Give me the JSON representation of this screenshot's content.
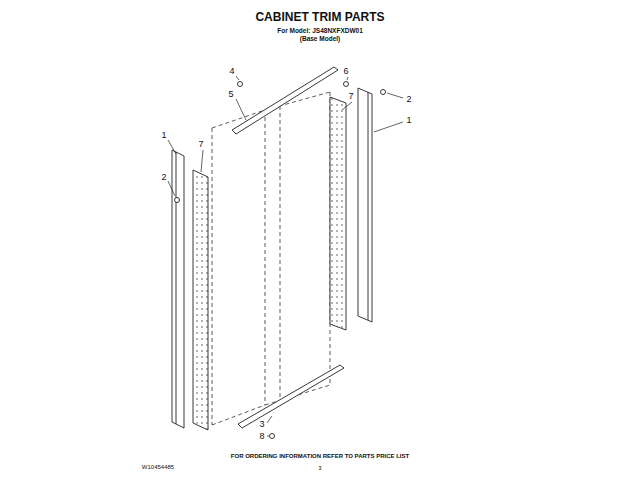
{
  "diagram": {
    "title": "CABINET TRIM PARTS",
    "labels": [
      "For Model: JS48NXFXDW01",
      "(Base Model)",
      "4",
      "5",
      "6",
      "7",
      "2",
      "1",
      "7",
      "1",
      "2",
      "3",
      "8",
      "W10454485",
      "FOR ORDERING INFORMATION REFER TO PARTS PRICE LIST",
      "3"
    ]
  }
}
